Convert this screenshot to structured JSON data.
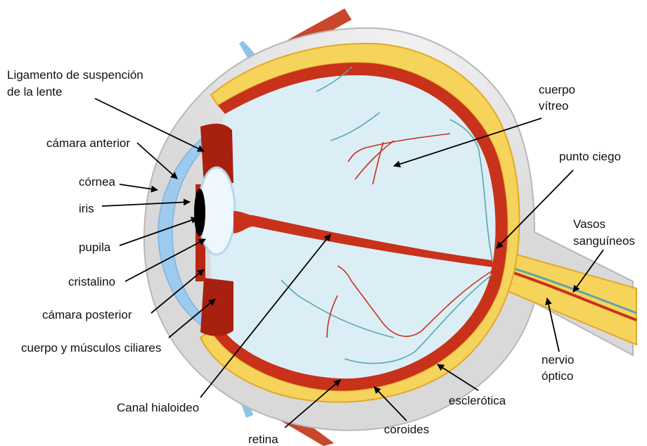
{
  "labels": {
    "ligamento_1": "Ligamento de suspención",
    "ligamento_2": "de la lente",
    "camara_anterior": "cámara anterior",
    "cornea": "córnea",
    "iris": "iris",
    "pupila": "pupila",
    "cristalino": "cristalino",
    "camara_posterior": "cámara posterior",
    "cuerpo_musculos_ciliares": "cuerpo y músculos ciliares",
    "canal_hialoideo": "Canal hialoideo",
    "retina": "retina",
    "coroides": "coroides",
    "esclerotica": "esclerótica",
    "nervio_optico_1": "nervio",
    "nervio_optico_2": "óptico",
    "vasos_1": "Vasos",
    "vasos_2": "sanguíneos",
    "punto_ciego": "punto ciego",
    "cuerpo_vitreo_1": "cuerpo",
    "cuerpo_vitreo_2": "vítreo"
  },
  "colors": {
    "sclera": "#d9d9d9",
    "sclera_edge": "#b8b8b8",
    "choroid_yellow": "#f6d35a",
    "retina_red": "#c8311a",
    "vitreous": "#dbeef6",
    "cornea_blue": "#9ccbee",
    "lens": "#eef7fc",
    "ciliary": "#a8200f",
    "muscle": "#cf4e2b",
    "vessel_red": "#c8311a",
    "vessel_teal": "#5aa6ad",
    "arrow": "#000000"
  }
}
